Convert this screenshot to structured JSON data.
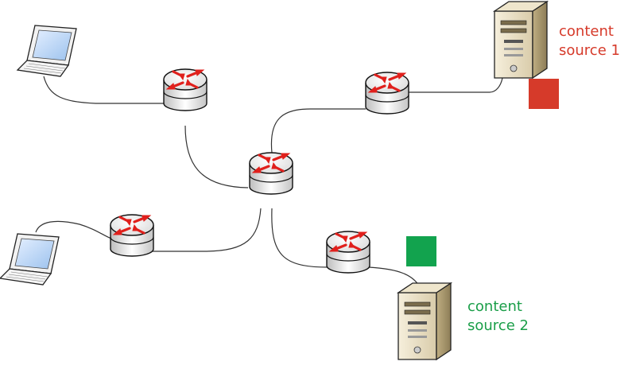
{
  "sources": [
    {
      "id": "source-1",
      "line1": "content",
      "line2": "source 1",
      "marker_color": "#d63a2a",
      "text_color": "#d63a2a"
    },
    {
      "id": "source-2",
      "line1": "content",
      "line2": "source 2",
      "marker_color": "#12a34e",
      "text_color": "#1a9e48"
    }
  ],
  "nodes": {
    "laptops": [
      "laptop-top",
      "laptop-bottom"
    ],
    "routers": [
      "router-top-left",
      "router-top-right",
      "router-center",
      "router-bottom-left",
      "router-bottom-center"
    ],
    "servers": [
      "server-1",
      "server-2"
    ]
  },
  "colors": {
    "router_arrow": "#e0201c",
    "router_body": "#ffffff",
    "link": "#333333",
    "server_body": "#e7dcc0"
  }
}
